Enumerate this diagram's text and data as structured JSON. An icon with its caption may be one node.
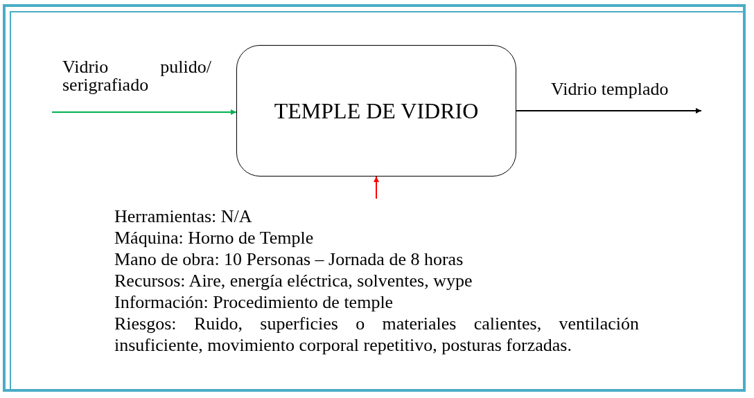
{
  "diagram": {
    "nodes": [
      {
        "text": [
          "TEMPLE DE VIDRIO"
        ]
      },
      {
        "text": [
          "Herramientas: N/A",
          "Máquina: Horno de Temple",
          "Mano de obra: 10 Personas – Jornada de 8 horas",
          "Recursos: Aire, energía eléctrica, solventes, wype",
          "Información: Procedimiento de temple",
          "Riesgos: Ruido, superficies o materiales calientes, ventilación insuficiente, movimiento corporal repetitivo, posturas forzadas."
        ]
      }
    ],
    "edges": [
      {
        "from": null,
        "to": 0,
        "arrow": "to",
        "label": "Vidrio pulido/ serigrafiado",
        "color": "#00b050"
      },
      {
        "from": 0,
        "to": null,
        "arrow": "to",
        "label": "Vidrio templado",
        "color": "#000000"
      },
      {
        "from": 1,
        "to": 0,
        "arrow": "to",
        "color": "#ff0000"
      }
    ]
  }
}
